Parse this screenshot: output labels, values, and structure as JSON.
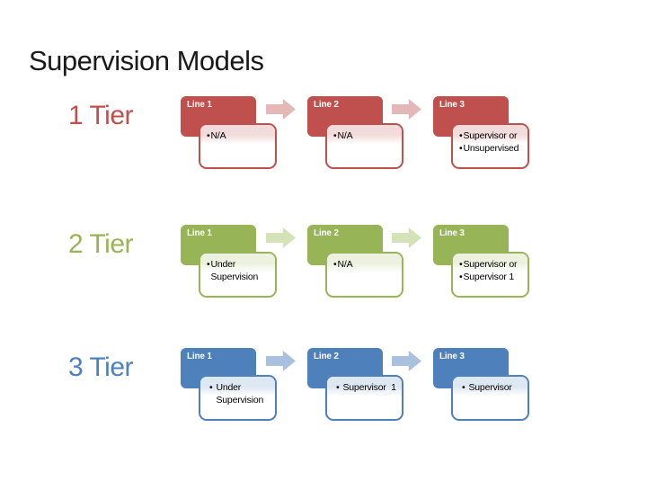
{
  "slide": {
    "title": "Supervision Models"
  },
  "bullet_char": "•",
  "tiers": [
    {
      "label": "1 Tier",
      "colors": {
        "main": "#C0504D",
        "band": "#F2DCDB",
        "arrow": "#E4B8B6"
      },
      "steps": [
        {
          "header": "Line 1",
          "bullets": [
            "N/A"
          ]
        },
        {
          "header": "Line 2",
          "bullets": [
            "N/A"
          ]
        },
        {
          "header": "Line 3",
          "bullets": [
            "Supervisor or",
            "Unsupervised"
          ]
        }
      ]
    },
    {
      "label": "2 Tier",
      "colors": {
        "main": "#97B556",
        "band": "#EDF2E0",
        "arrow": "#D4E2B8"
      },
      "steps": [
        {
          "header": "Line 1",
          "bullets": [
            "Under Supervision"
          ]
        },
        {
          "header": "Line 2",
          "bullets": [
            "N/A"
          ]
        },
        {
          "header": "Line 3",
          "bullets": [
            "Supervisor or",
            "Supervisor 1"
          ]
        }
      ]
    },
    {
      "label": "3 Tier",
      "colors": {
        "main": "#4E80BC",
        "band": "#DEE8F3",
        "arrow": "#A9C0DE"
      },
      "steps": [
        {
          "header": "Line 1",
          "bullets": [
            "Under Supervision"
          ]
        },
        {
          "header": "Line 2",
          "bullets": [
            "Supervisor  1"
          ]
        },
        {
          "header": "Line 3",
          "bullets": [
            "Supervisor"
          ]
        }
      ]
    }
  ]
}
